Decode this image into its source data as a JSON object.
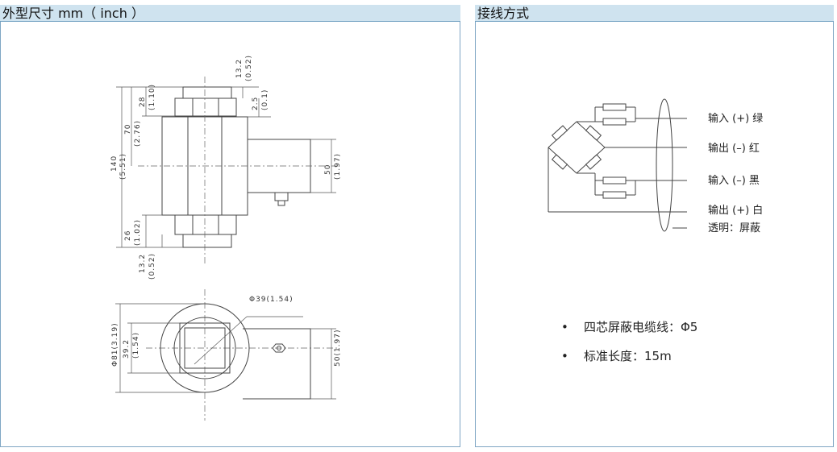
{
  "left_panel": {
    "title": "外型尺寸 mm（ inch ）",
    "dimensions": {
      "d_140": "140",
      "d_140_in": "(5.51)",
      "d_70": "70",
      "d_70_in": "(2.76)",
      "d_28": "28",
      "d_28_in": "(1.10)",
      "d_132_top": "13.2",
      "d_132_top_in": "(0.52)",
      "d_25": "2.5",
      "d_25_in": "(0.1)",
      "d_50": "50",
      "d_50_in": "(1.97)",
      "d_26": "26",
      "d_26_in": "(1.02)",
      "d_132_bot": "13.2",
      "d_132_bot_in": "(0.52)",
      "d_phi39": "Φ39(1.54)",
      "d_phi81": "Φ81(3.19)",
      "d_392": "39.2",
      "d_392_in": "(1.54)",
      "d_50_bottom": "50(1.97)"
    }
  },
  "right_panel": {
    "title": "接线方式",
    "wires": [
      "输入 (+) 绿",
      "输出 (–) 红",
      "输入 (–) 黑",
      "输出 (+) 白",
      "透明：屏蔽"
    ],
    "notes": [
      {
        "bullet": "•",
        "text": "四芯屏蔽电缆线：Φ5"
      },
      {
        "bullet": "•",
        "text": "标准长度：15m"
      }
    ]
  }
}
